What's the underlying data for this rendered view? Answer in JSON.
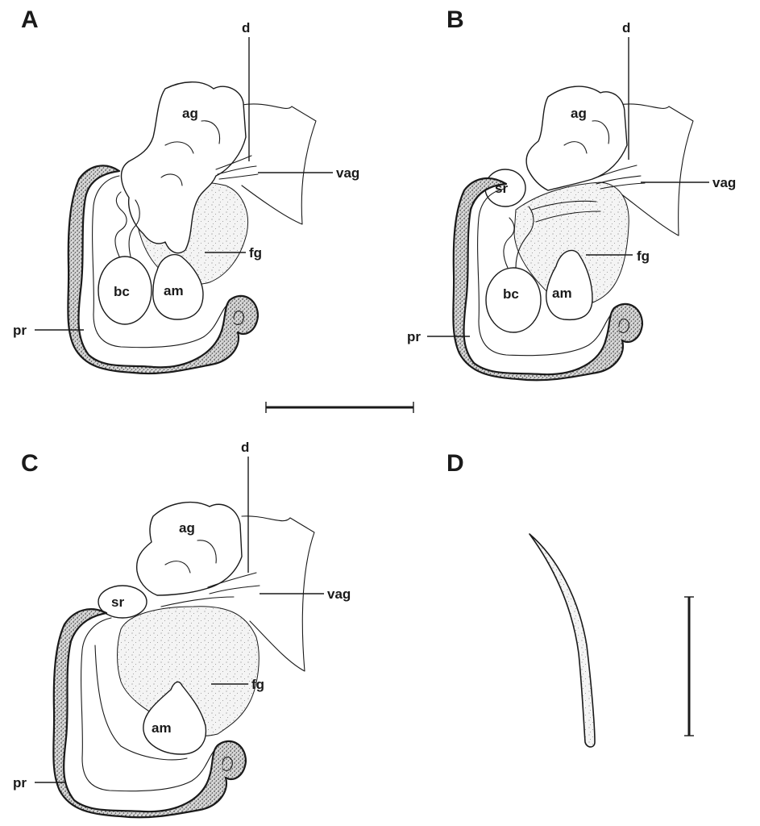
{
  "panels": {
    "A": {
      "letter": "A",
      "labels": {
        "d": "d",
        "ag": "ag",
        "vag": "vag",
        "fg": "fg",
        "bc": "bc",
        "am": "am",
        "pr": "pr"
      }
    },
    "B": {
      "letter": "B",
      "labels": {
        "d": "d",
        "ag": "ag",
        "vag": "vag",
        "sr": "sr",
        "fg": "fg",
        "bc": "bc",
        "am": "am",
        "pr": "pr"
      }
    },
    "C": {
      "letter": "C",
      "labels": {
        "d": "d",
        "ag": "ag",
        "vag": "vag",
        "sr": "sr",
        "fg": "fg",
        "am": "am",
        "pr": "pr"
      }
    },
    "D": {
      "letter": "D"
    }
  },
  "colors": {
    "ink": "#1a1a1a",
    "background": "#ffffff",
    "stipple": "#7a7a7a"
  }
}
